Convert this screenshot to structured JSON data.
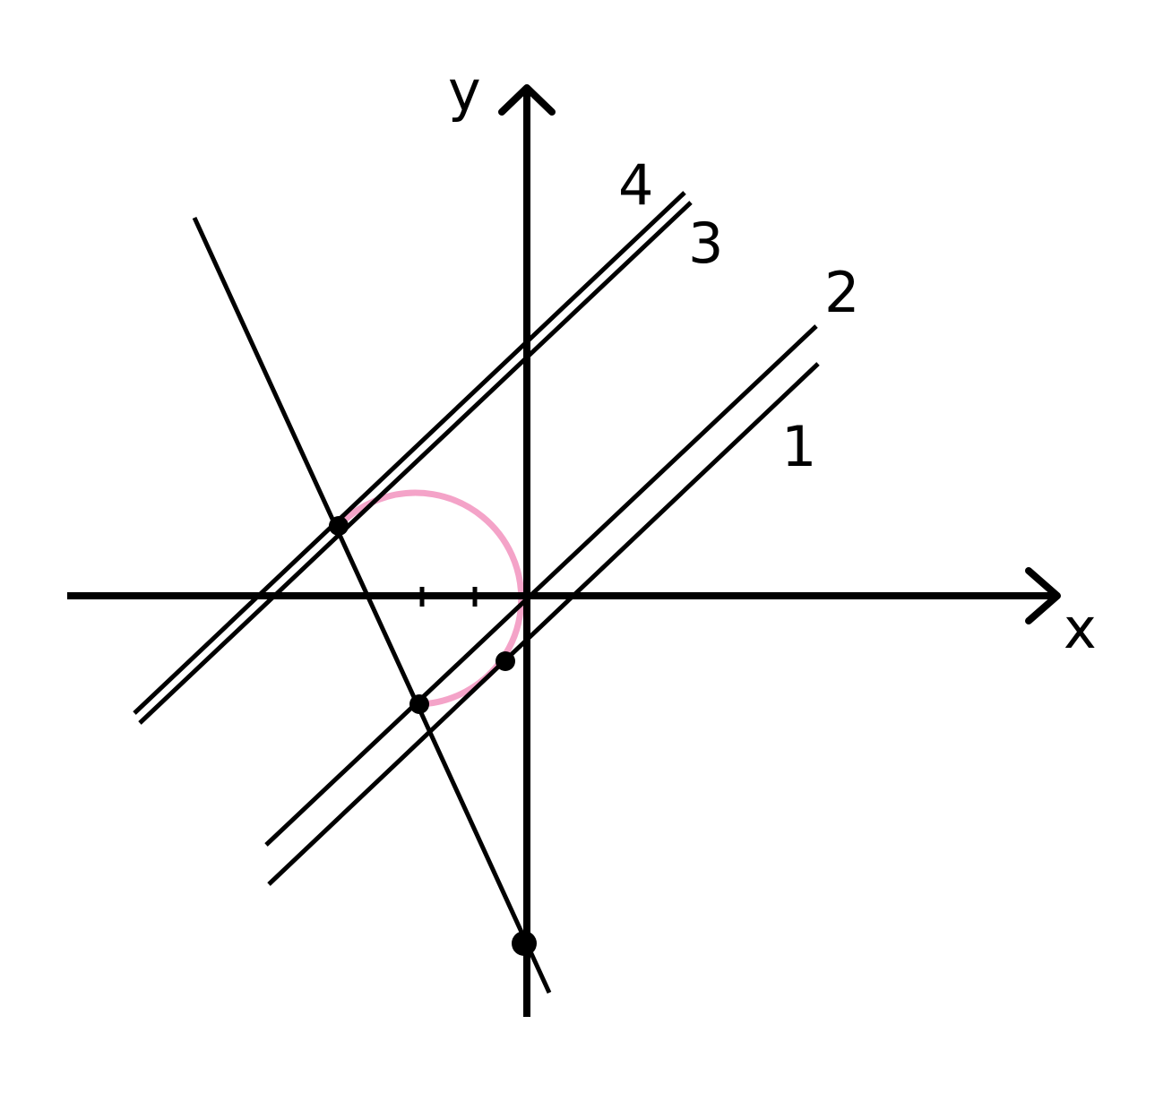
{
  "axes": {
    "x_label": "x",
    "y_label": "y"
  },
  "lines": [
    {
      "id": "line-1",
      "label": "1"
    },
    {
      "id": "line-2",
      "label": "2"
    },
    {
      "id": "line-3",
      "label": "3"
    },
    {
      "id": "line-4",
      "label": "4"
    }
  ],
  "colors": {
    "stroke": "#000000",
    "arc": "#f4a3c8",
    "background": "#ffffff"
  }
}
